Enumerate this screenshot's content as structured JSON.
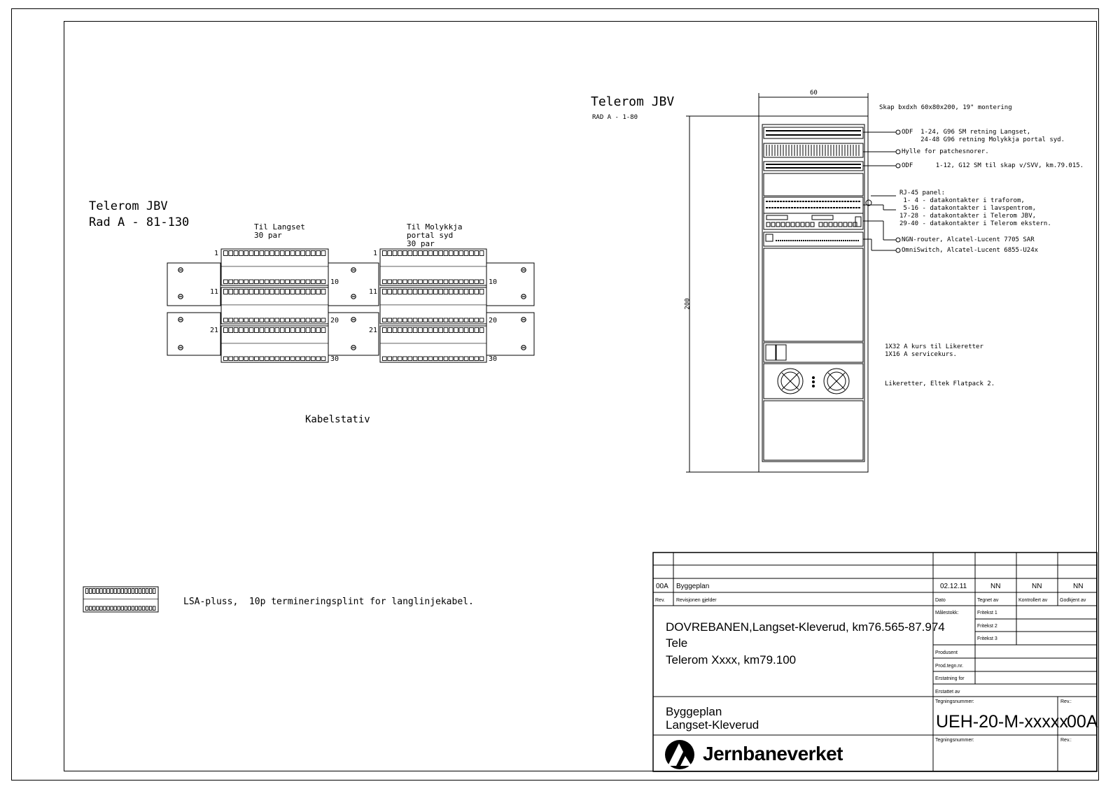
{
  "left_panel": {
    "title_line1": "Telerom JBV",
    "title_line2": "Rad A - 81-130",
    "label_langset_1": "Til Langset",
    "label_langset_2": "30 par",
    "label_molykkja_1": "Til Molykkja",
    "label_molykkja_2": "portal syd",
    "label_molykkja_3": "30 par",
    "row_numbers_left": [
      "1",
      "11",
      "21"
    ],
    "row_end_numbers": [
      "10",
      "20",
      "30"
    ],
    "caption": "Kabelstativ",
    "legend_text": "LSA-pluss,  10p termineringsplint for langlinjekabel."
  },
  "rack": {
    "title": "Telerom JBV",
    "subtitle": "RAD A - 1-80",
    "dim_width": "60",
    "dim_height": "200",
    "callouts": [
      "Skap bxdxh 60x80x200, 19\" montering",
      "ODF  1-24, G96 SM retning Langset,",
      "     24-48 G96 retning Molykkja portal syd.",
      "Hylle for patchesnorer.",
      "ODF      1-12, G12 SM til skap v/SVV, km.79.015.",
      "RJ-45 panel:",
      " 1- 4 - datakontakter i traforom,",
      " 5-16 - datakontakter i lavspentrom,",
      "17-28 - datakontakter i Telerom JBV,",
      "29-40 - datakontakter i Telerom ekstern.",
      "NGN-router, Alcatel-Lucent 7705 SAR",
      "OmniSwitch, Alcatel-Lucent 6855-U24x",
      "1X32 A kurs til Likeretter",
      "1X16 A servicekurs.",
      "Likeretter, Eltek Flatpack 2."
    ]
  },
  "title_block": {
    "rev_code": "00A",
    "rev_desc": "Byggeplan",
    "rev_date": "02.12.11",
    "rev_drawn": "NN",
    "rev_checked": "NN",
    "rev_approved": "NN",
    "hdr_rev": "Rev.",
    "hdr_valid": "Revisjonen gjelder",
    "hdr_date": "Dato",
    "hdr_drawn": "Tegnet av",
    "hdr_checked": "Kontrollert av",
    "hdr_approved": "Godkjent av",
    "project_line1": "DOVREBANEN,Langset-Kleverud, km76.565-87.974",
    "project_line2": "Tele",
    "project_line3": "Telerom Xxxx, km79.100",
    "scale_label": "Målestokk:",
    "free1": "Fritekst 1",
    "free2": "Fritekst 2",
    "free3": "Fritekst 3",
    "produced": "Produsent",
    "prod_no": "Prod.tegn.nr.",
    "replaces": "Erstatning for",
    "replaced_by": "Erstattet av",
    "drawing_type_1": "Byggeplan",
    "drawing_type_2": "Langset-Kleverud",
    "drawing_no_label": "Tegningsnummer:",
    "drawing_no": "UEH-20-M-xxxxx",
    "rev_label": "Rev.:",
    "rev_value": "00A",
    "drawing_no_label2": "Tegningsnummer:",
    "rev_label2": "Rev.:",
    "company": "Jernbaneverket"
  }
}
